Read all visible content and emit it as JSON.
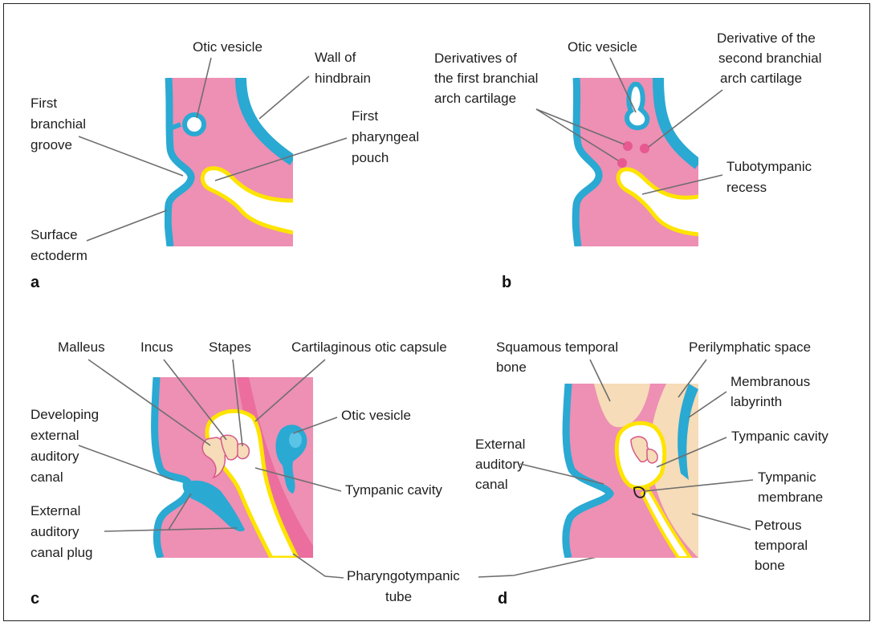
{
  "colors": {
    "tissue_pink": "#ee8fb4",
    "ectoderm_blue": "#2aa9d3",
    "endoderm_yellow": "#ffe400",
    "bone_cream": "#f6dcb8",
    "capsule_pink": "#e95f95"
  },
  "panels": {
    "a": {
      "letter": "a",
      "labels": {
        "otic_vesicle": "Otic vesicle",
        "wall_hindbrain": [
          "Wall of",
          "hindbrain"
        ],
        "first_branchial_groove": [
          "First",
          "branchial",
          "groove"
        ],
        "first_pharyngeal_pouch": [
          "First",
          "pharyngeal",
          "pouch"
        ],
        "surface_ectoderm": [
          "Surface",
          "ectoderm"
        ]
      }
    },
    "b": {
      "letter": "b",
      "labels": {
        "otic_vesicle": "Otic vesicle",
        "first_arch": [
          "Derivatives of",
          "the first branchial",
          "arch cartilage"
        ],
        "second_arch": [
          "Derivative of the",
          "second branchial",
          "arch cartilage"
        ],
        "tubotympanic": [
          "Tubotympanic",
          "recess"
        ]
      }
    },
    "c": {
      "letter": "c",
      "labels": {
        "malleus": "Malleus",
        "incus": "Incus",
        "stapes": "Stapes",
        "otic_capsule": "Cartilaginous otic capsule",
        "developing_eac": [
          "Developing",
          "external",
          "auditory",
          "canal"
        ],
        "otic_vesicle": "Otic vesicle",
        "eac_plug": [
          "External",
          "auditory",
          "canal plug"
        ],
        "tympanic_cavity": "Tympanic cavity",
        "pharyngotympanic": [
          "Pharyngotympanic",
          "tube"
        ]
      }
    },
    "d": {
      "letter": "d",
      "labels": {
        "squamous": [
          "Squamous temporal",
          "bone"
        ],
        "perilymphatic": "Perilymphatic space",
        "membranous": [
          "Membranous",
          "labyrinth"
        ],
        "eac": [
          "External",
          "auditory",
          "canal"
        ],
        "tympanic_cavity": "Tympanic cavity",
        "tympanic_membrane": [
          "Tympanic",
          "membrane"
        ],
        "petrous": [
          "Petrous",
          "temporal",
          "bone"
        ]
      }
    }
  }
}
